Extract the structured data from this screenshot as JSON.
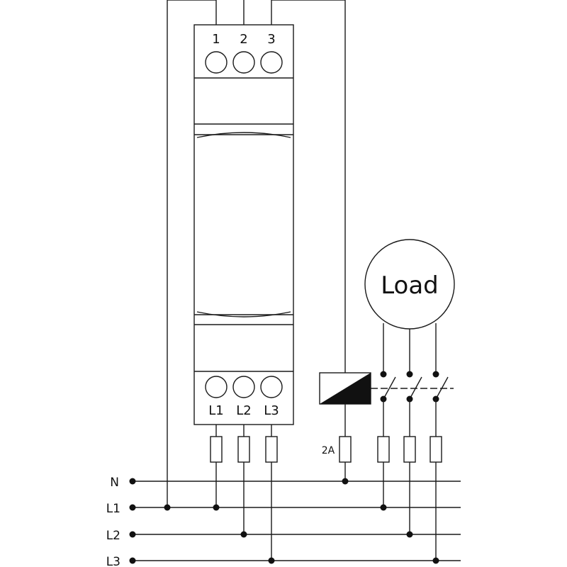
{
  "module": {
    "top_terminals": [
      "1",
      "2",
      "3"
    ],
    "bottom_terminals": [
      "L1",
      "L2",
      "L3"
    ]
  },
  "load": {
    "label": "Load"
  },
  "fuse": {
    "rating": "2A"
  },
  "lines": [
    {
      "id": "N",
      "label": "N"
    },
    {
      "id": "L1",
      "label": "L1"
    },
    {
      "id": "L2",
      "label": "L2"
    },
    {
      "id": "L3",
      "label": "L3"
    }
  ],
  "colors": {
    "line": "#1a1a1a",
    "background": "#ffffff"
  }
}
